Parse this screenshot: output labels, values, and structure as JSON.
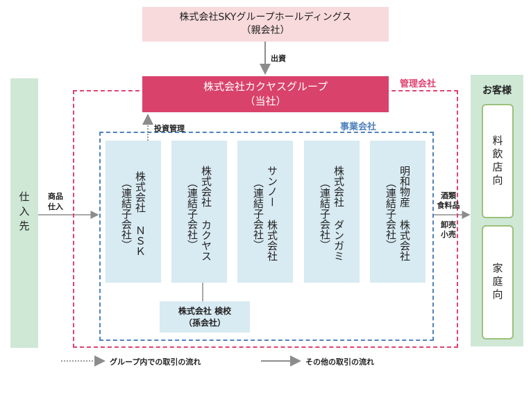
{
  "parent": {
    "name": "株式会社SKYグループホールディングス",
    "role": "（親会社）"
  },
  "edge_invest_in": "出資",
  "company": {
    "name": "株式会社カクヤスグループ",
    "role": "（当社）"
  },
  "management_label": "管理会社",
  "investment_mgmt_label": "投資管理",
  "operating_label": "事業会社",
  "supplier": "仕入先",
  "supplier_flow": {
    "line1": "商品",
    "line2": "仕入"
  },
  "subsidiaries": [
    "株式会社 ＮＳＫ\n（連結子会社）",
    "株式会社 カクヤス\n（連結子会社）",
    "サンノー 株式会社\n（連結子会社）",
    "株式会社 ダンガミ\n（連結子会社）",
    "明和物産 株式会社\n（連結子会社）"
  ],
  "grandchild": {
    "name": "株式会社 検校",
    "role": "（孫会社）"
  },
  "sales_flow": {
    "line1": "酒類",
    "line2": "食料品",
    "line3": "卸売",
    "line4": "小売"
  },
  "customers": {
    "title": "お客様",
    "restaurant": "料飲店向",
    "home": "家庭向"
  },
  "legend": {
    "group_flow": "グループ内での取引の流れ",
    "other_flow": "その他の取引の流れ"
  }
}
